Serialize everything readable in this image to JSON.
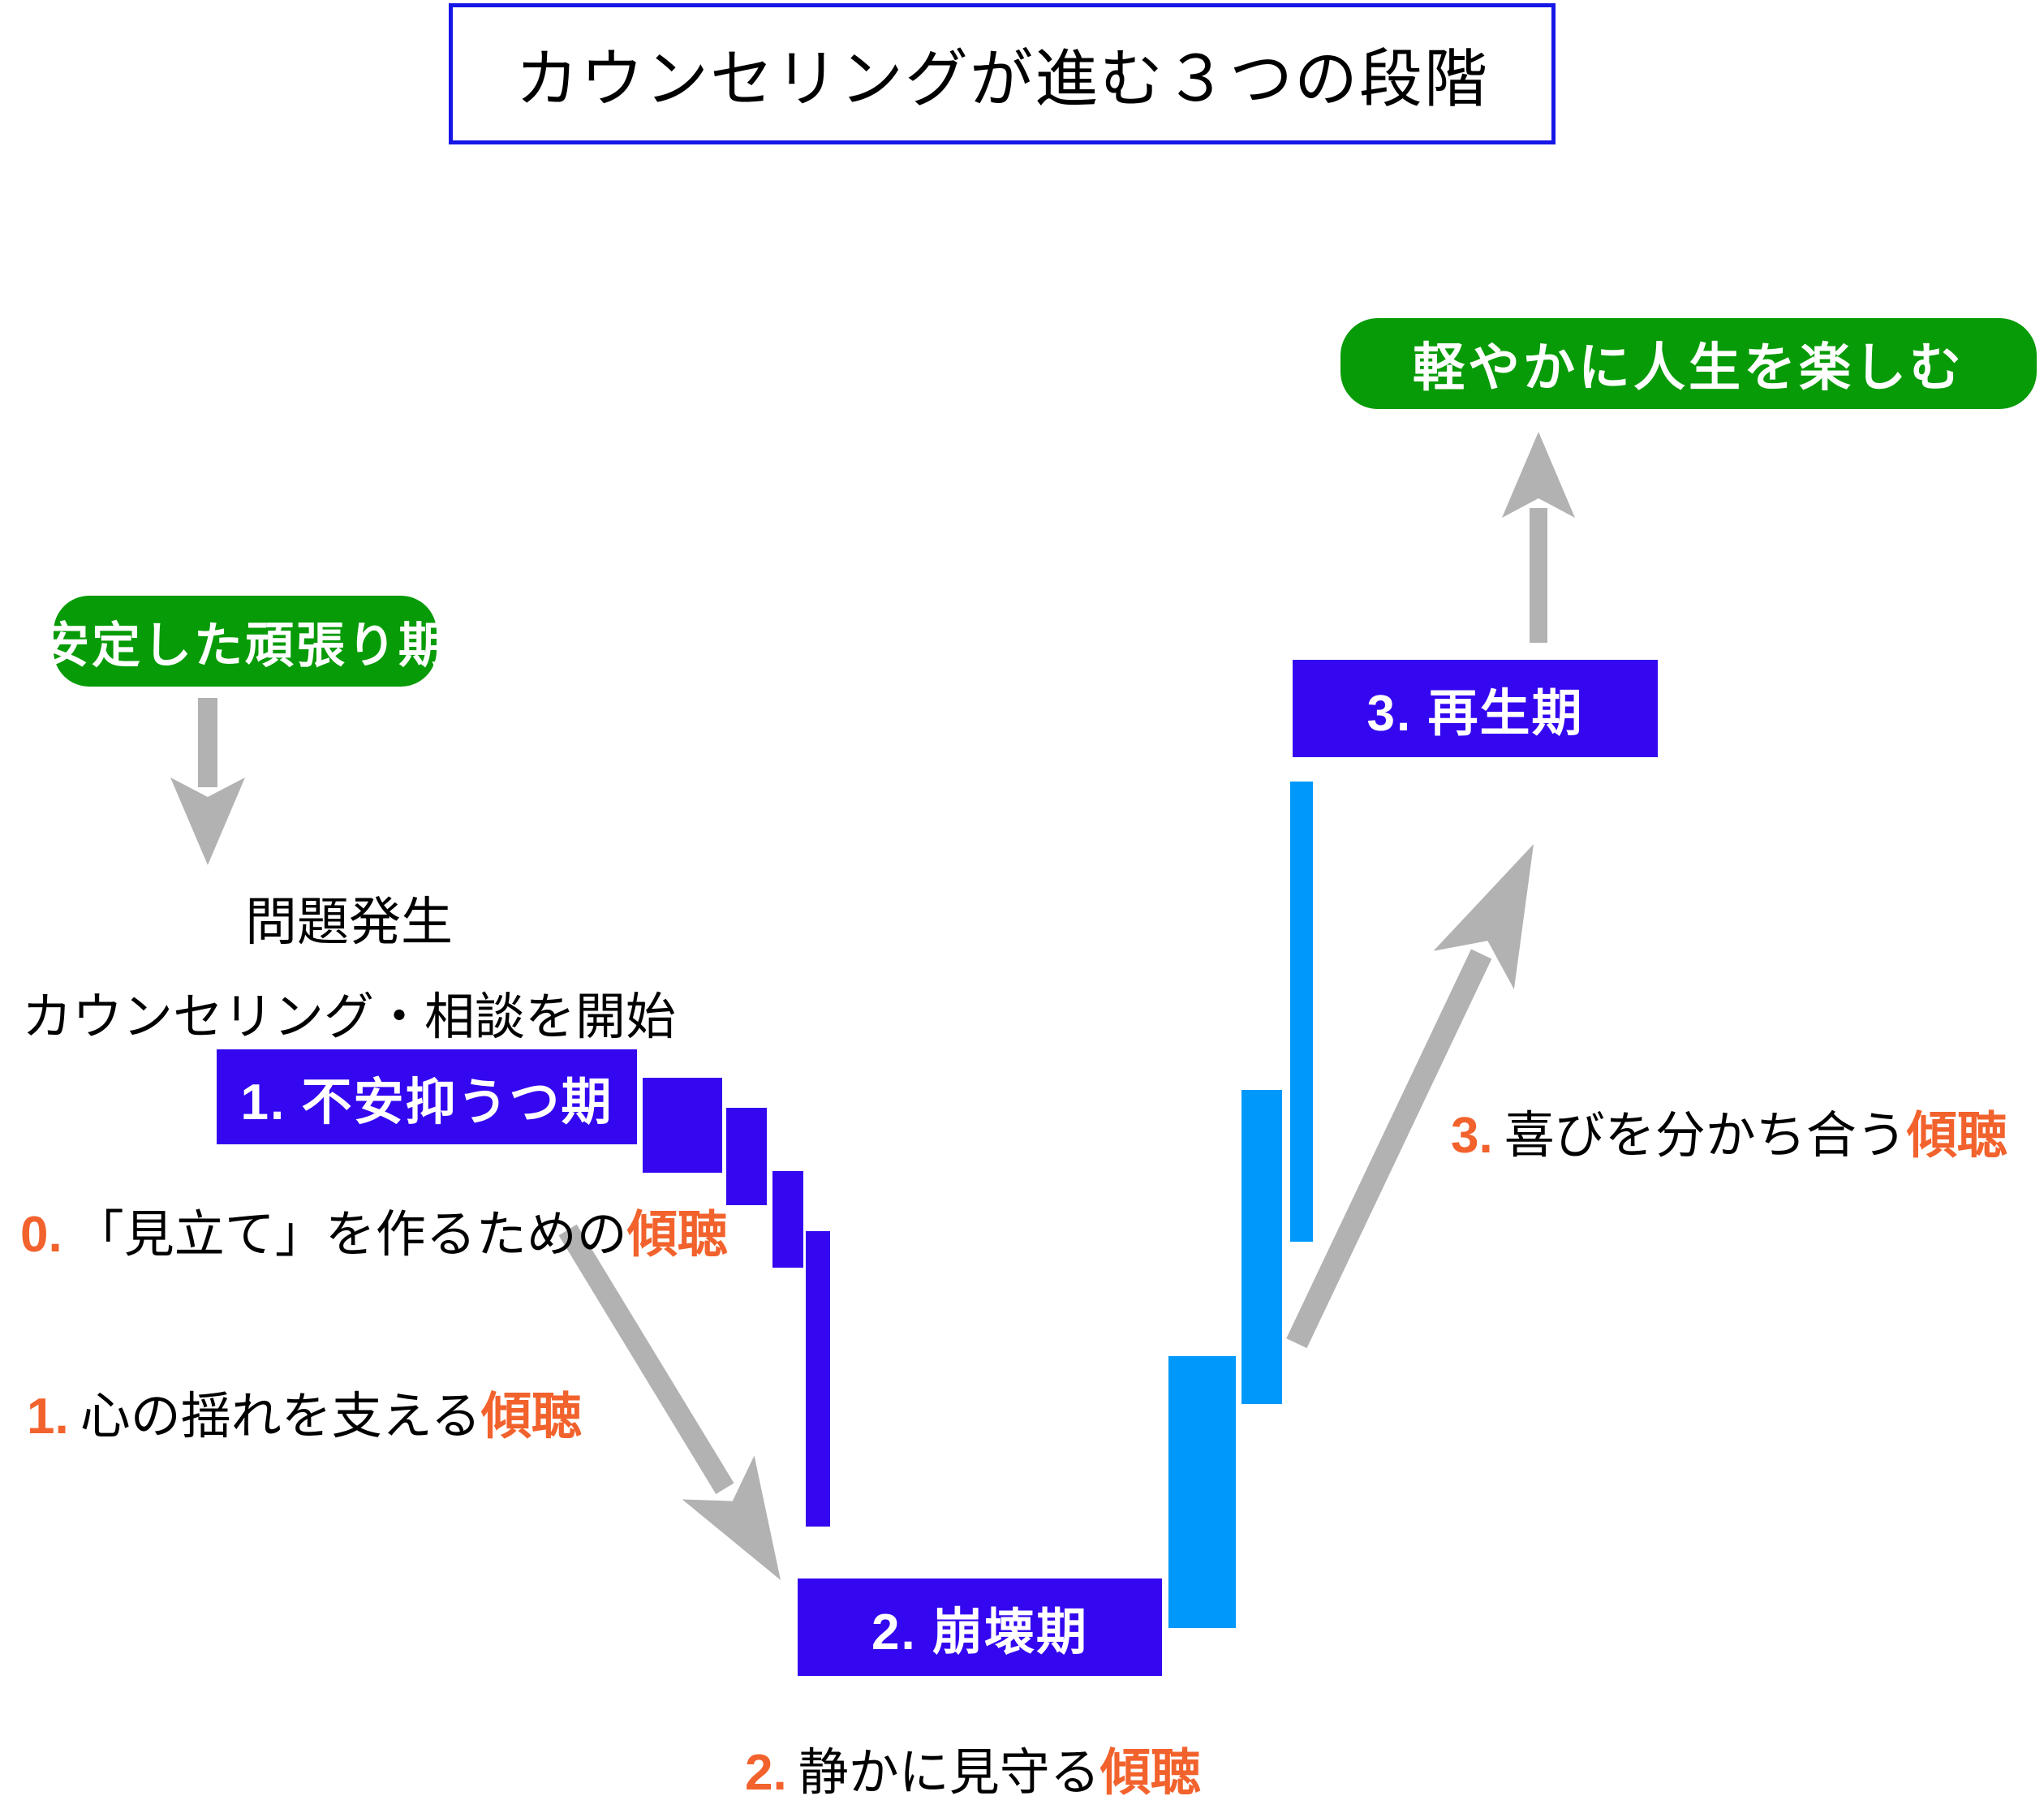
{
  "title": "カウンセリングが進む３つの段階",
  "pills": {
    "start": "安定した頑張り期",
    "goal": "軽やかに人生を楽しむ"
  },
  "problem": {
    "line1": "問題発生",
    "line2": "カウンセリング・相談を開始"
  },
  "stages": [
    {
      "label": "1. 不安抑うつ期"
    },
    {
      "label": "2. 崩壊期"
    },
    {
      "label": "3. 再生期"
    }
  ],
  "notes": [
    {
      "num": "0.",
      "text": "「見立て」を作るための",
      "highlight": "傾聴"
    },
    {
      "num": "1.",
      "text": "心の揺れを支える",
      "highlight": "傾聴"
    },
    {
      "num": "2.",
      "text": "静かに見守る",
      "highlight": "傾聴"
    },
    {
      "num": "3.",
      "text": "喜びを分かち合う",
      "highlight": "傾聴"
    }
  ],
  "icons": {
    "down_arrow": "down-arrow",
    "diagonal_down_arrow": "diagonal-down-arrow",
    "diagonal_up_arrow": "diagonal-up-arrow",
    "up_arrow": "up-arrow"
  },
  "colors": {
    "primary_blue": "#3407f0",
    "light_blue": "#0099fb",
    "green": "#079b07",
    "orange": "#f2622d",
    "arrow_gray": "#b2b2b2",
    "border_blue": "#1616e6",
    "ink": "#000000",
    "paper": "#ffffff"
  }
}
